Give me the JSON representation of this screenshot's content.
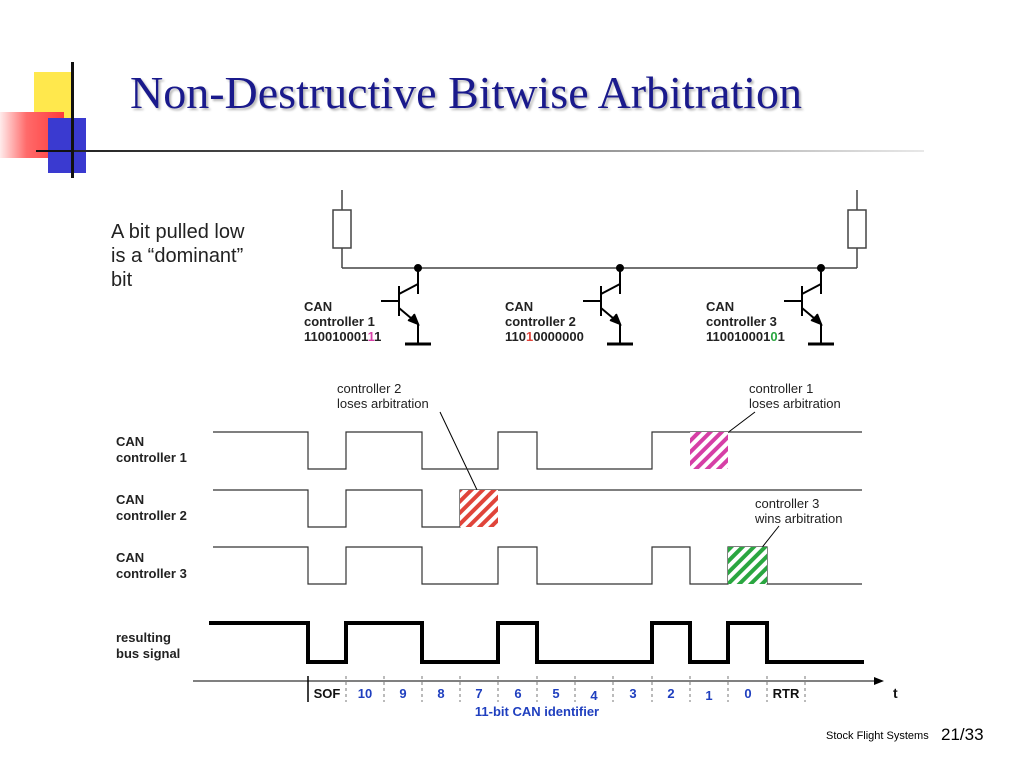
{
  "slide": {
    "title": "Non-Destructive Bitwise Arbitration",
    "footer_left": "Stock Flight Systems",
    "footer_page": "21/33"
  },
  "diagram": {
    "intro_lines": [
      "A bit pulled low",
      "is a “dominant”",
      "bit"
    ],
    "controllers": [
      {
        "line1": "CAN",
        "line2": "controller 1",
        "id_prefix": "110010001",
        "id_highlight": "1",
        "id_suffix": "1",
        "highlight_color": "#d63fa6"
      },
      {
        "line1": "CAN",
        "line2": "controller 2",
        "id_prefix": "110",
        "id_highlight": "1",
        "id_suffix": "0000000",
        "highlight_color": "#e0443a"
      },
      {
        "line1": "CAN",
        "line2": "controller 3",
        "id_prefix": "110010001",
        "id_highlight": "0",
        "id_suffix": "1",
        "highlight_color": "#2aa640"
      }
    ],
    "callouts": {
      "c2_loses": [
        "controller 2",
        "loses arbitration"
      ],
      "c1_loses": [
        "controller 1",
        "loses arbitration"
      ],
      "c3_wins": [
        "controller 3",
        "wins arbitration"
      ]
    },
    "row_labels": [
      [
        "CAN",
        "controller 1"
      ],
      [
        "CAN",
        "controller 2"
      ],
      [
        "CAN",
        "controller 3"
      ],
      [
        "resulting",
        "bus signal"
      ]
    ],
    "bits": [
      "SOF",
      "10",
      "9",
      "8",
      "7",
      "6",
      "5",
      "4",
      "3",
      "2",
      "1",
      "0",
      "RTR"
    ],
    "axis_label": "t",
    "id_caption": "11-bit CAN identifier",
    "colors": {
      "title": "#1a1a8c",
      "bits": "#1f3fbf",
      "c1": "#d63fa6",
      "c2": "#e0443a",
      "c3": "#2aa640"
    }
  }
}
